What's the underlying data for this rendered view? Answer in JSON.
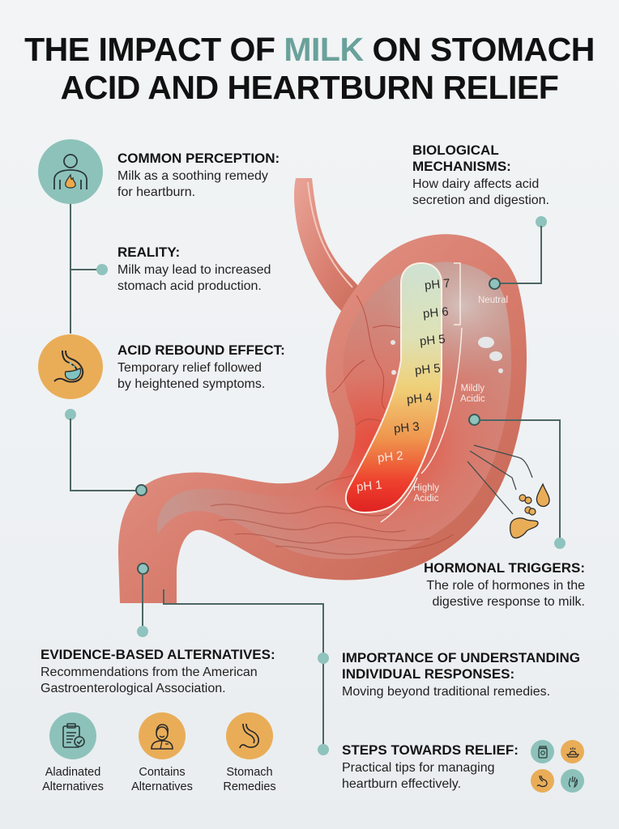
{
  "title": {
    "line1_pre": "THE IMPACT OF ",
    "line1_accent": "MILK",
    "line1_post": " ON STOMACH",
    "line2": "ACID AND HEARTBURN RELIEF",
    "accent_color": "#6aa19b"
  },
  "colors": {
    "teal": "#8dc2bb",
    "orange": "#e9ad58",
    "connector": "#4d6663",
    "dot": "#8fc3bd"
  },
  "sections": {
    "common_perception": {
      "heading": "COMMON PERCEPTION:",
      "text1": "Milk as a soothing remedy",
      "text2": "for heartburn.",
      "icon": "person-heartburn-flame-icon"
    },
    "reality": {
      "heading": "REALITY:",
      "text1": "Milk may lead to increased",
      "text2": "stomach acid production."
    },
    "acid_rebound": {
      "heading": "ACID REBOUND EFFECT:",
      "text1": "Temporary relief followed",
      "text2": "by heightened symptoms.",
      "icon": "stomach-liquid-icon"
    },
    "biological": {
      "heading1": "BIOLOGICAL",
      "heading2": "MECHANISMS:",
      "text1": "How dairy affects acid",
      "text2": "secretion and digestion."
    },
    "hormonal": {
      "heading": "HORMONAL TRIGGERS:",
      "text1": "The role of hormones in the",
      "text2": "digestive response to milk."
    },
    "evidence": {
      "heading": "EVIDENCE-BASED ALTERNATIVES:",
      "text1": "Recommendations from the American",
      "text2": "Gastroenterological Association."
    },
    "individual": {
      "heading1": "IMPORTANCE OF UNDERSTANDING",
      "heading2": "INDIVIDUAL RESPONSES:",
      "text1": "Moving beyond traditional remedies."
    },
    "steps": {
      "heading": "STEPS TOWARDS RELIEF:",
      "text1": "Practical tips for managing",
      "text2": "heartburn effectively.",
      "icons": [
        "jar-icon",
        "food-plate-icon",
        "stomach-icon",
        "hand-gesture-icon"
      ]
    }
  },
  "alternatives": [
    {
      "line1": "Aladinated",
      "line2": "Alternatives",
      "icon": "clipboard-check-icon",
      "color": "teal"
    },
    {
      "line1": "Contains",
      "line2": "Alternatives",
      "icon": "doctor-icon",
      "color": "orange"
    },
    {
      "line1": "Stomach",
      "line2": "Remedies",
      "icon": "stomach-icon",
      "color": "orange"
    }
  ],
  "ph_scale": {
    "labels": [
      "pH 7",
      "pH 6",
      "pH 5",
      "pH 5",
      "pH 4",
      "pH 3",
      "pH 2",
      "pH 1"
    ],
    "zones": {
      "neutral": "Neutral",
      "mildly1": "Mildly",
      "mildly2": "Acidic",
      "highly1": "Highly",
      "highly2": "Acidic"
    }
  }
}
